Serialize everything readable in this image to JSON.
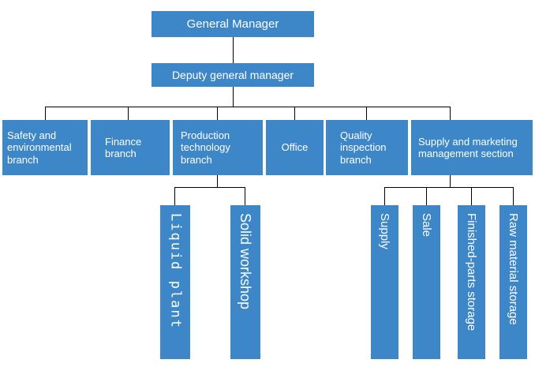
{
  "diagram": {
    "title": "Organizational structure chart",
    "accent_color": "#3d87c8",
    "line_color": "#000000",
    "background_color": "#ffffff"
  },
  "nodes": {
    "general_manager": "General Manager",
    "deputy_general_manager": "Deputy general manager",
    "safety_environmental_branch": "Safety and environmental branch",
    "finance_branch": "Finance branch",
    "production_technology_branch": "Production technology branch",
    "office": "Office",
    "quality_inspection_branch": "Quality inspection branch",
    "supply_marketing_section": "Supply and marketing management section",
    "liquid_plant": "Liquid plant",
    "solid_workshop": "Solid workshop",
    "supply": "Supply",
    "sale": "Sale",
    "finished_parts_storage": "Finished-parts storage",
    "raw_material_storage": "Raw material storage"
  }
}
